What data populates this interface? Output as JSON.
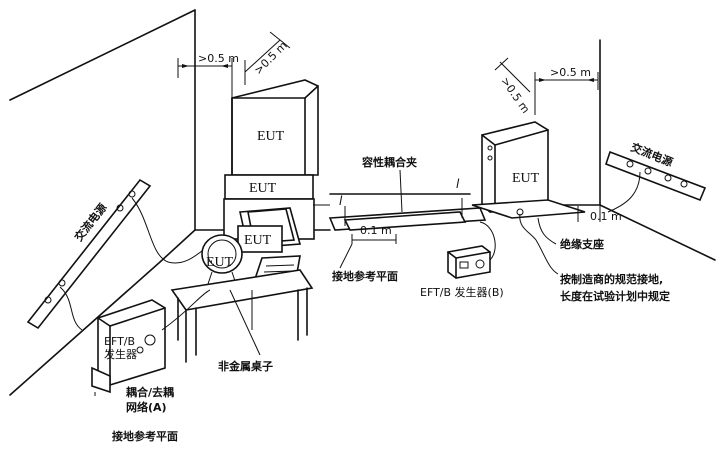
{
  "labels": {
    "dist_top_left_h": ">0.5 m",
    "dist_top_left_v": ">0.5 m",
    "dist_top_right_h": ">0.5 m",
    "dist_top_right_v": ">0.5 m",
    "eut_cabinet": "EUT",
    "eut_desktop_base": "EUT",
    "eut_monitor": "EUT",
    "eut_small": "EUT",
    "eut_right": "EUT",
    "cap_clamp": "容性耦合夹",
    "clamp_len_left": "l",
    "clamp_len_right": "l",
    "dist_0_1_left": "0.1 m",
    "dist_0_1_right": "0.1 m",
    "ground_plane_mid": "接地参考平面",
    "ac_power_left": "交流电源",
    "ac_power_right": "交流电源",
    "insulating_support": "绝缘支座",
    "gen_b": "EFT/B 发生器(B)",
    "ground_note_1": "按制造商的规范接地,",
    "ground_note_2": "长度在试验计划中规定",
    "gen_a_line1": "EFT/B",
    "gen_a_line2": "发生器",
    "coupler_line1": "耦合/去耦",
    "coupler_line2": "网络(A)",
    "nonmetal_table": "非金属桌子",
    "ground_plane_bottom": "接地参考平面"
  }
}
